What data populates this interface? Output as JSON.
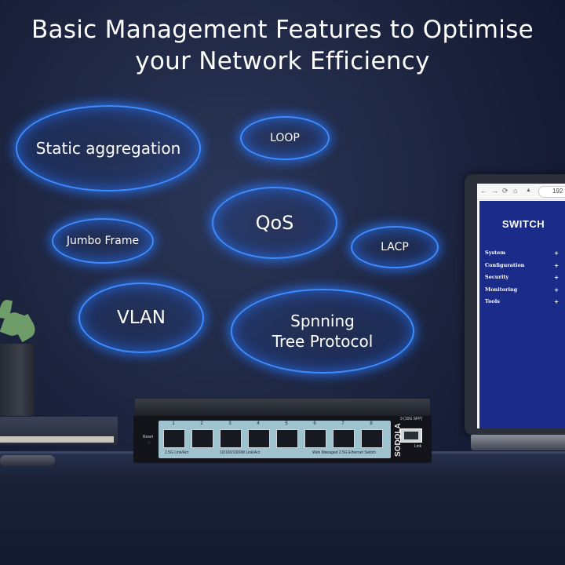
{
  "headline": {
    "line1": "Basic Management Features to Optimise",
    "line2": "your Network Efficiency"
  },
  "features": {
    "static_aggregation": "Static aggregation",
    "loop": "LOOP",
    "qos": "QoS",
    "jumbo_frame": "Jumbo Frame",
    "lacp": "LACP",
    "vlan": "VLAN",
    "stp_line1": "Spnning",
    "stp_line2": "Tree Protocol"
  },
  "device": {
    "brand": "SODOLA",
    "reset_label": "Reset",
    "ports": [
      "1",
      "2",
      "3",
      "4",
      "5",
      "6",
      "7",
      "8"
    ],
    "legend_1": "2.5G Link/Act",
    "legend_2": "10/100/1000M Link/Act",
    "model_text": "Web Managed 2.5G Ethernet Switch",
    "sfp_label": "9 (10G SFP)",
    "sfp_sub": "Link"
  },
  "laptop": {
    "url": "192",
    "panel_title": "SWITCH",
    "menu": [
      {
        "label": "System",
        "icon": "plus-icon"
      },
      {
        "label": "Configuration",
        "icon": "plus-icon"
      },
      {
        "label": "Security",
        "icon": "plus-icon"
      },
      {
        "label": "Monitoring",
        "icon": "plus-icon"
      },
      {
        "label": "Tools",
        "icon": "plus-icon"
      }
    ]
  },
  "colors": {
    "glow": "#3f8cff",
    "panel_navy": "#1b2b8a",
    "switch_panel": "#9fc3cf"
  }
}
